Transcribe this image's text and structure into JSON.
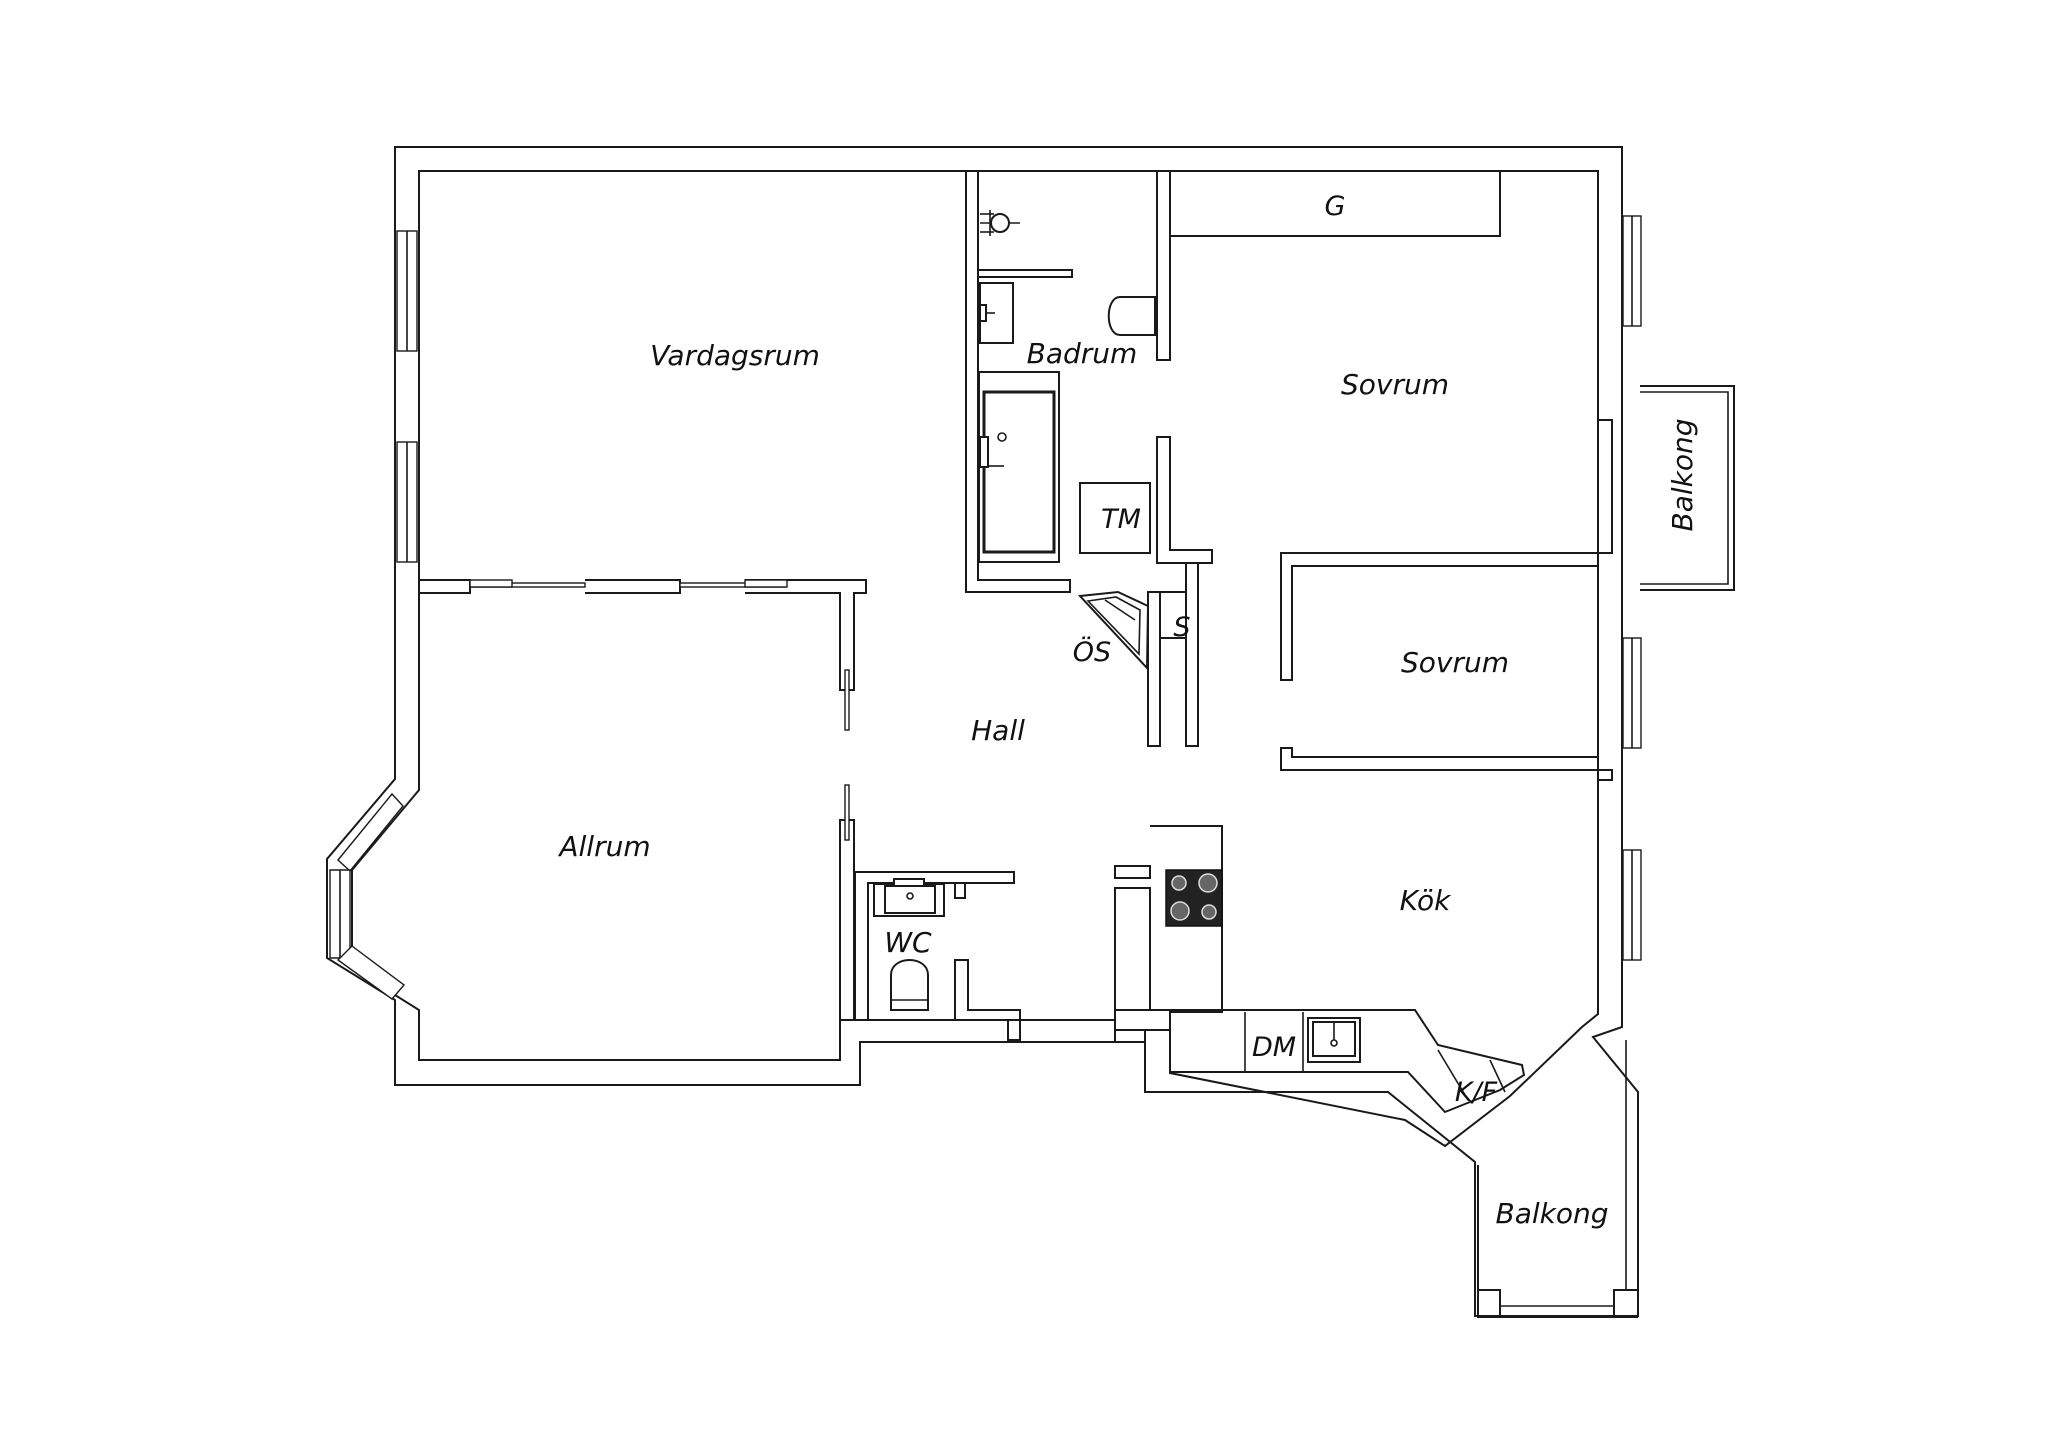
{
  "rooms": {
    "vardagsrum": "Vardagsrum",
    "badrum": "Badrum",
    "sovrum_1": "Sovrum",
    "sovrum_2": "Sovrum",
    "balkong_1": "Balkong",
    "balkong_2": "Balkong",
    "allrum": "Allrum",
    "hall": "Hall",
    "wc": "WC",
    "kok": "Kök",
    "tm": "TM",
    "os": "ÖS",
    "s": "S",
    "g": "G",
    "dm": "DM",
    "kf": "K/F"
  }
}
